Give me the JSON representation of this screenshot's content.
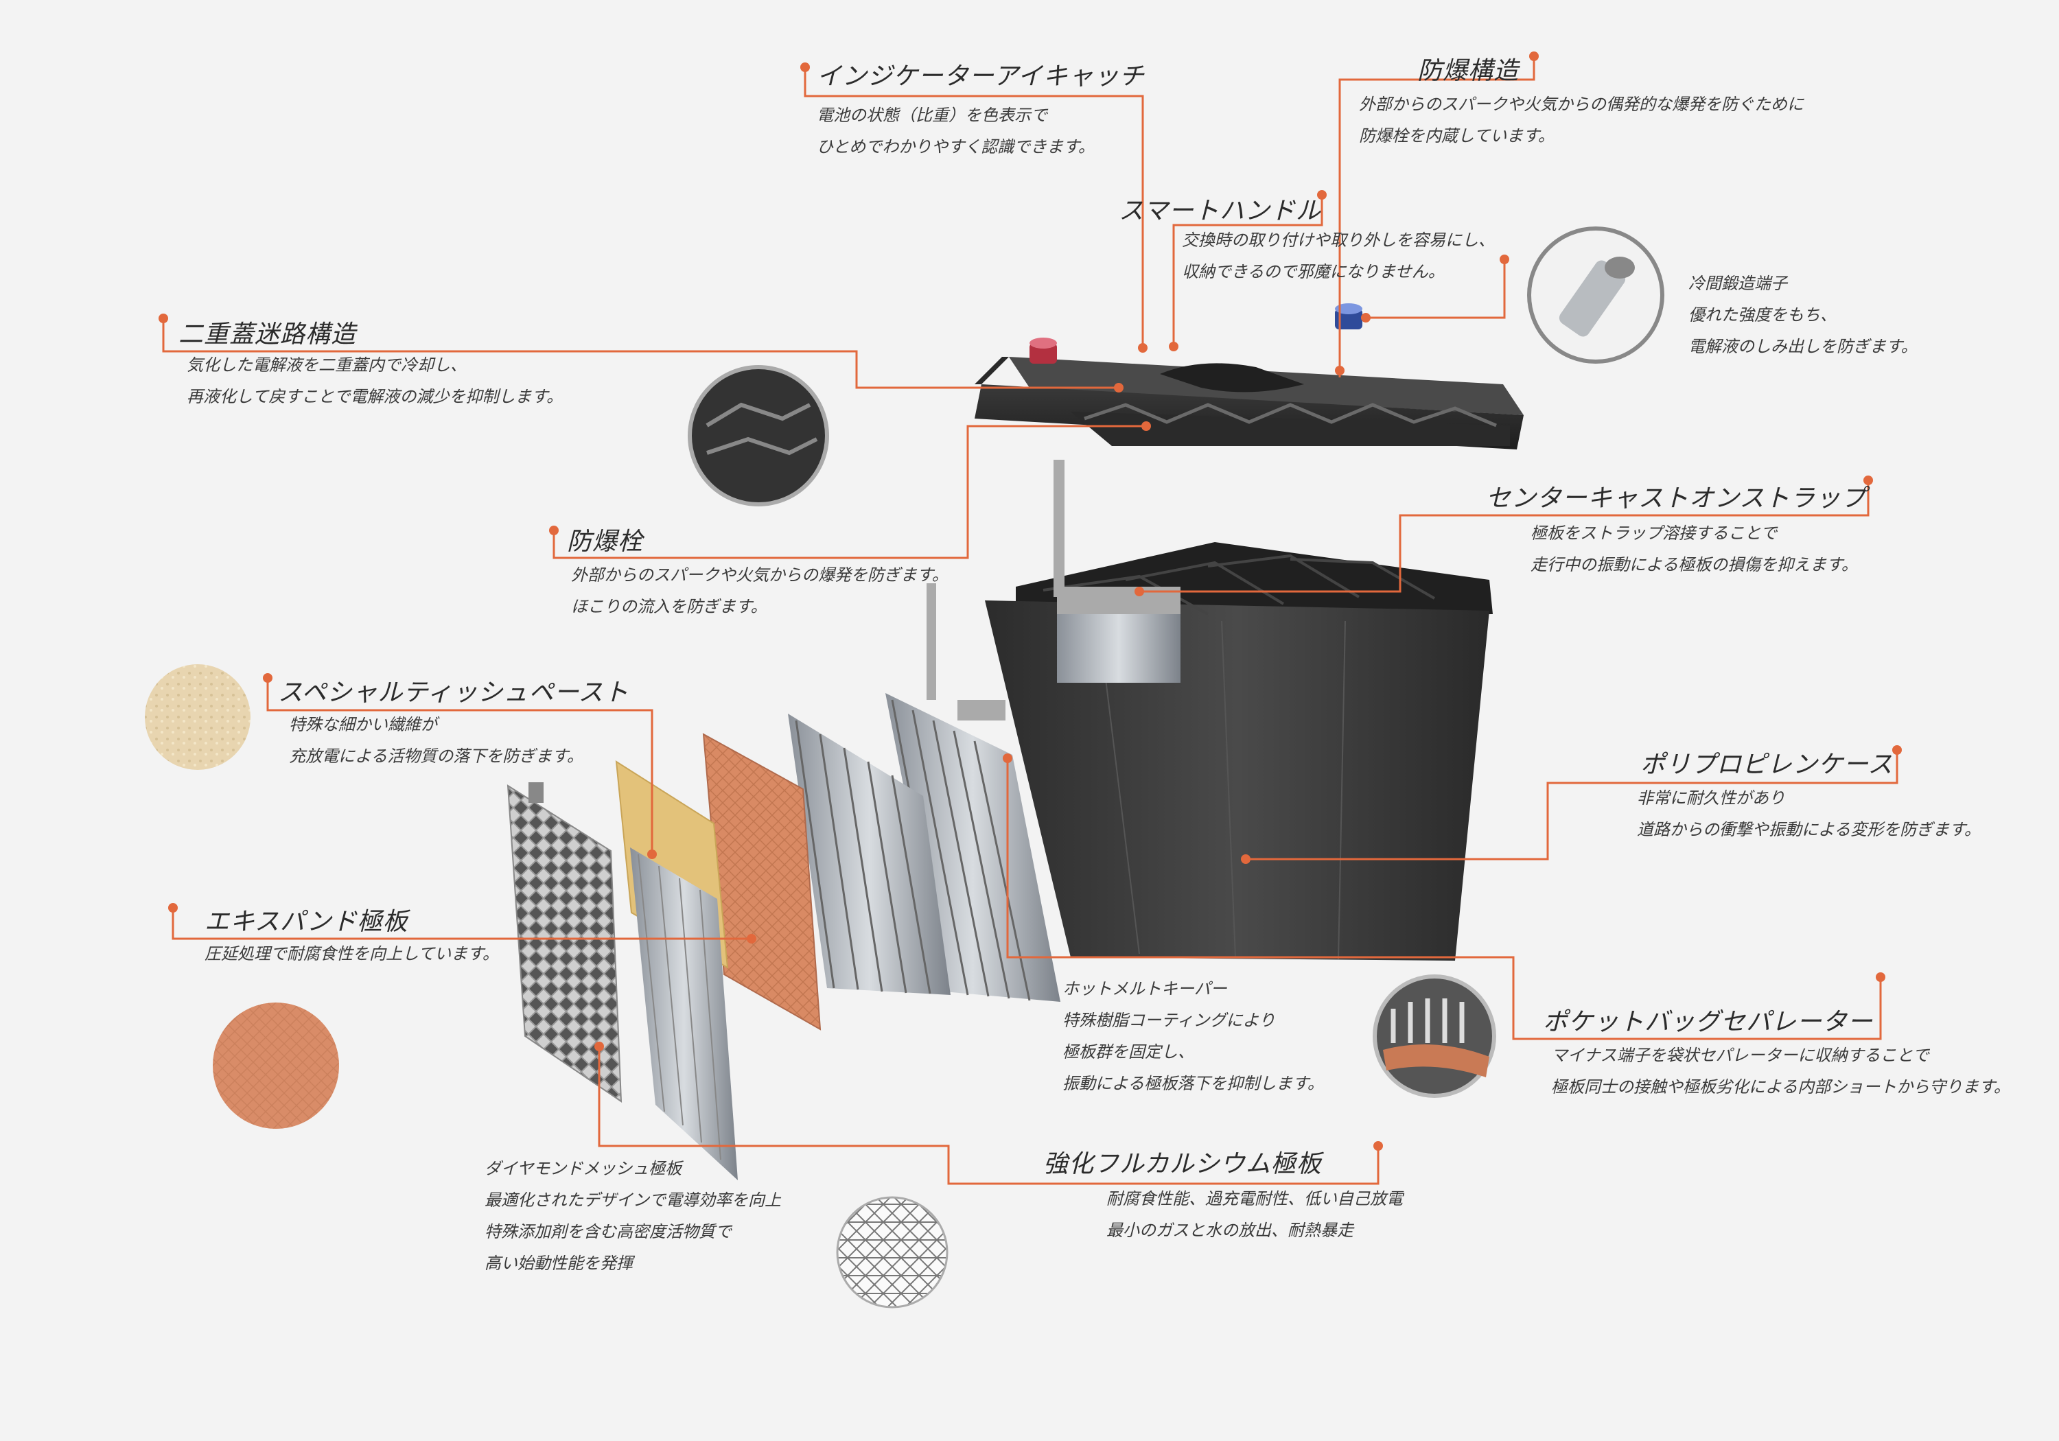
{
  "accent_color": "#e2683c",
  "callouts": {
    "indicator": {
      "title": "インジケーターアイキャッチ",
      "lines": [
        "電池の状態（比重）を色表示で",
        "ひとめでわかりやすく認識できます。"
      ]
    },
    "explosion_structure": {
      "title": "防爆構造",
      "lines": [
        "外部からのスパークや火気からの偶発的な爆発を防ぐために",
        "防爆栓を内蔵しています。"
      ]
    },
    "smart_handle": {
      "title": "スマートハンドル",
      "lines": [
        "交換時の取り付けや取り外しを容易にし、",
        "収納できるので邪魔になりません。"
      ]
    },
    "terminal": {
      "lines": [
        "冷間鍛造端子",
        "優れた強度をもち、",
        "電解液のしみ出しを防ぎます。"
      ]
    },
    "double_lid": {
      "title": "二重蓋迷路構造",
      "lines": [
        "気化した電解液を二重蓋内で冷却し、",
        "再液化して戻すことで電解液の減少を抑制します。"
      ]
    },
    "vent_plug": {
      "title": "防爆栓",
      "lines": [
        "外部からのスパークや火気からの爆発を防ぎます。",
        "ほこりの流入を防ぎます。"
      ]
    },
    "center_cast_strap": {
      "title": "センターキャストオンストラップ",
      "lines": [
        "極板をストラップ溶接することで",
        "走行中の振動による極板の損傷を抑えます。"
      ]
    },
    "tissue_paste": {
      "title": "スペシャルティッシュペースト",
      "lines": [
        "特殊な細かい繊維が",
        "充放電による活物質の落下を防ぎます。"
      ]
    },
    "pp_case": {
      "title": "ポリプロピレンケース",
      "lines": [
        "非常に耐久性があり",
        "道路からの衝撃や振動による変形を防ぎます。"
      ]
    },
    "expanded_plate": {
      "title": "エキスパンド極板",
      "lines": [
        "圧延処理で耐腐食性を向上しています。"
      ]
    },
    "hot_melt": {
      "lines": [
        "ホットメルトキーパー",
        "特殊樹脂コーティングにより",
        "極板群を固定し、",
        "振動による極板落下を抑制します。"
      ]
    },
    "pocket_bag": {
      "title": "ポケットバッグセパレーター",
      "lines": [
        "マイナス端子を袋状セパレーターに収納することで",
        "極板同士の接触や極板劣化による内部ショートから守ります。"
      ]
    },
    "diamond_mesh": {
      "lines": [
        "ダイヤモンドメッシュ極板",
        "最適化されたデザインで電導効率を向上",
        "特殊添加剤を含む高密度活物質で",
        "高い始動性能を発揮"
      ]
    },
    "fullcalcium": {
      "title": "強化フルカルシウム極板",
      "lines": [
        "耐腐食性能、過充電耐性、低い自己放電",
        "最小のガスと水の放出、耐熱暴走"
      ]
    }
  }
}
